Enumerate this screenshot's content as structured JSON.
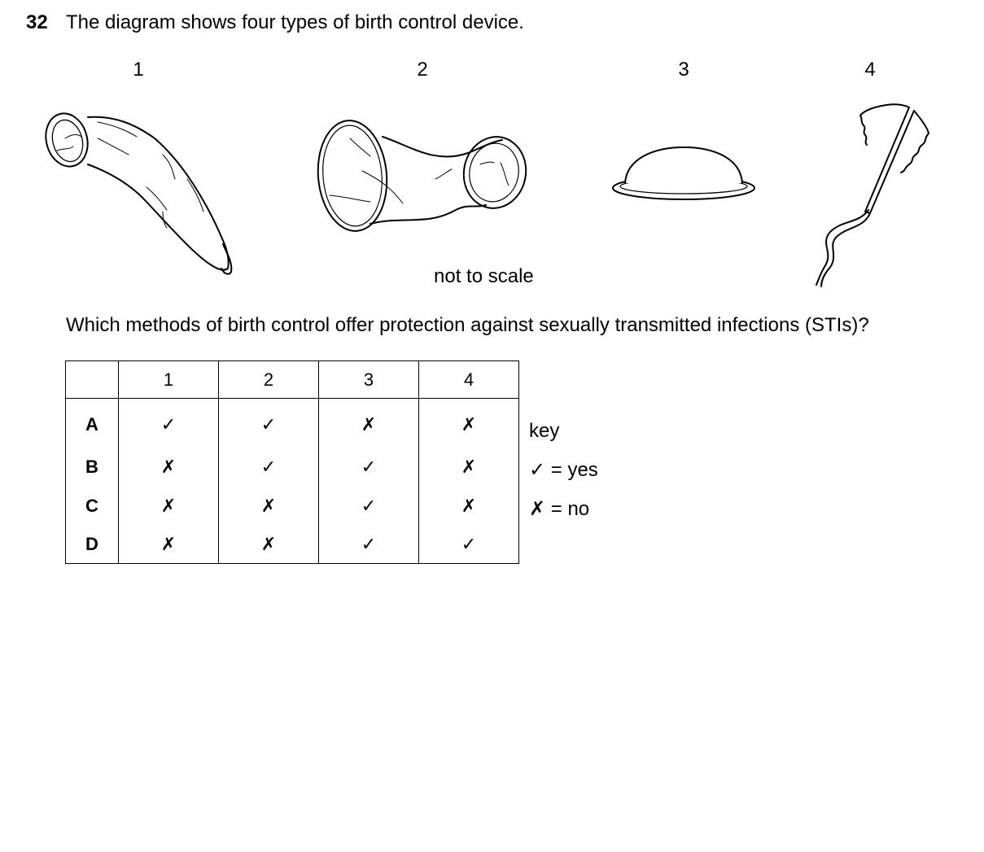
{
  "question": {
    "number": "32",
    "stem": "The diagram shows four types of birth control device.",
    "prompt": "Which methods of birth control offer protection against sexually transmitted infections (STIs)?"
  },
  "figure": {
    "labels": [
      "1",
      "2",
      "3",
      "4"
    ],
    "note": "not to scale"
  },
  "table": {
    "headers": [
      "",
      "1",
      "2",
      "3",
      "4"
    ],
    "rows": [
      {
        "option": "A",
        "marks": [
          "✓",
          "✓",
          "✗",
          "✗"
        ]
      },
      {
        "option": "B",
        "marks": [
          "✗",
          "✓",
          "✓",
          "✗"
        ]
      },
      {
        "option": "C",
        "marks": [
          "✗",
          "✗",
          "✓",
          "✗"
        ]
      },
      {
        "option": "D",
        "marks": [
          "✗",
          "✗",
          "✓",
          "✓"
        ]
      }
    ]
  },
  "key": {
    "title": "key",
    "yes": "✓ = yes",
    "no": "✗ = no"
  }
}
